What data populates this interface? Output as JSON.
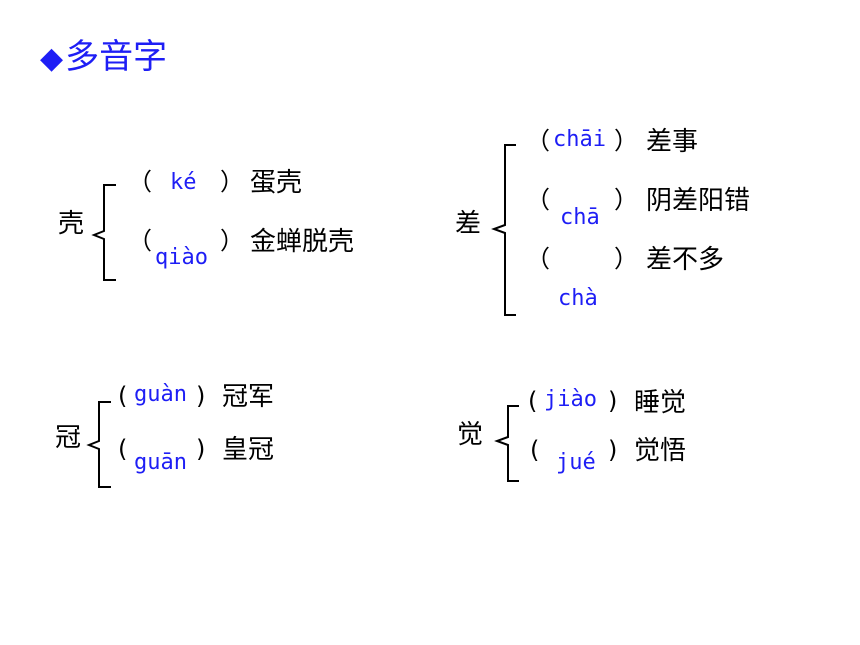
{
  "title": {
    "marker": "◆",
    "text": "多音字"
  },
  "groups": [
    {
      "char": "壳",
      "entries": [
        {
          "open": "（",
          "pinyin": "ké",
          "close": "）",
          "word": "蛋壳"
        },
        {
          "open": "（",
          "pinyin": "qiào",
          "close": "）",
          "word": "金蝉脱壳"
        }
      ]
    },
    {
      "char": "差",
      "entries": [
        {
          "open": "（",
          "pinyin": "chāi",
          "close": "）",
          "word": "差事"
        },
        {
          "open": "（",
          "pinyin": "chā",
          "close": "）",
          "word": "阴差阳错"
        },
        {
          "open": "（",
          "pinyin": "chà",
          "close": "）",
          "word": "差不多"
        }
      ]
    },
    {
      "char": "冠",
      "entries": [
        {
          "open": "(",
          "pinyin": "guàn",
          "close": ")",
          "word": "冠军"
        },
        {
          "open": "(",
          "pinyin": "guān",
          "close": ")",
          "word": "皇冠"
        }
      ]
    },
    {
      "char": "觉",
      "entries": [
        {
          "open": "(",
          "pinyin": "jiào",
          "close": ")",
          "word": "睡觉"
        },
        {
          "open": "(",
          "pinyin": "jué",
          "close": ")",
          "word": "觉悟"
        }
      ]
    }
  ],
  "colors": {
    "accent": "#1e1ef5",
    "text": "#000000"
  }
}
